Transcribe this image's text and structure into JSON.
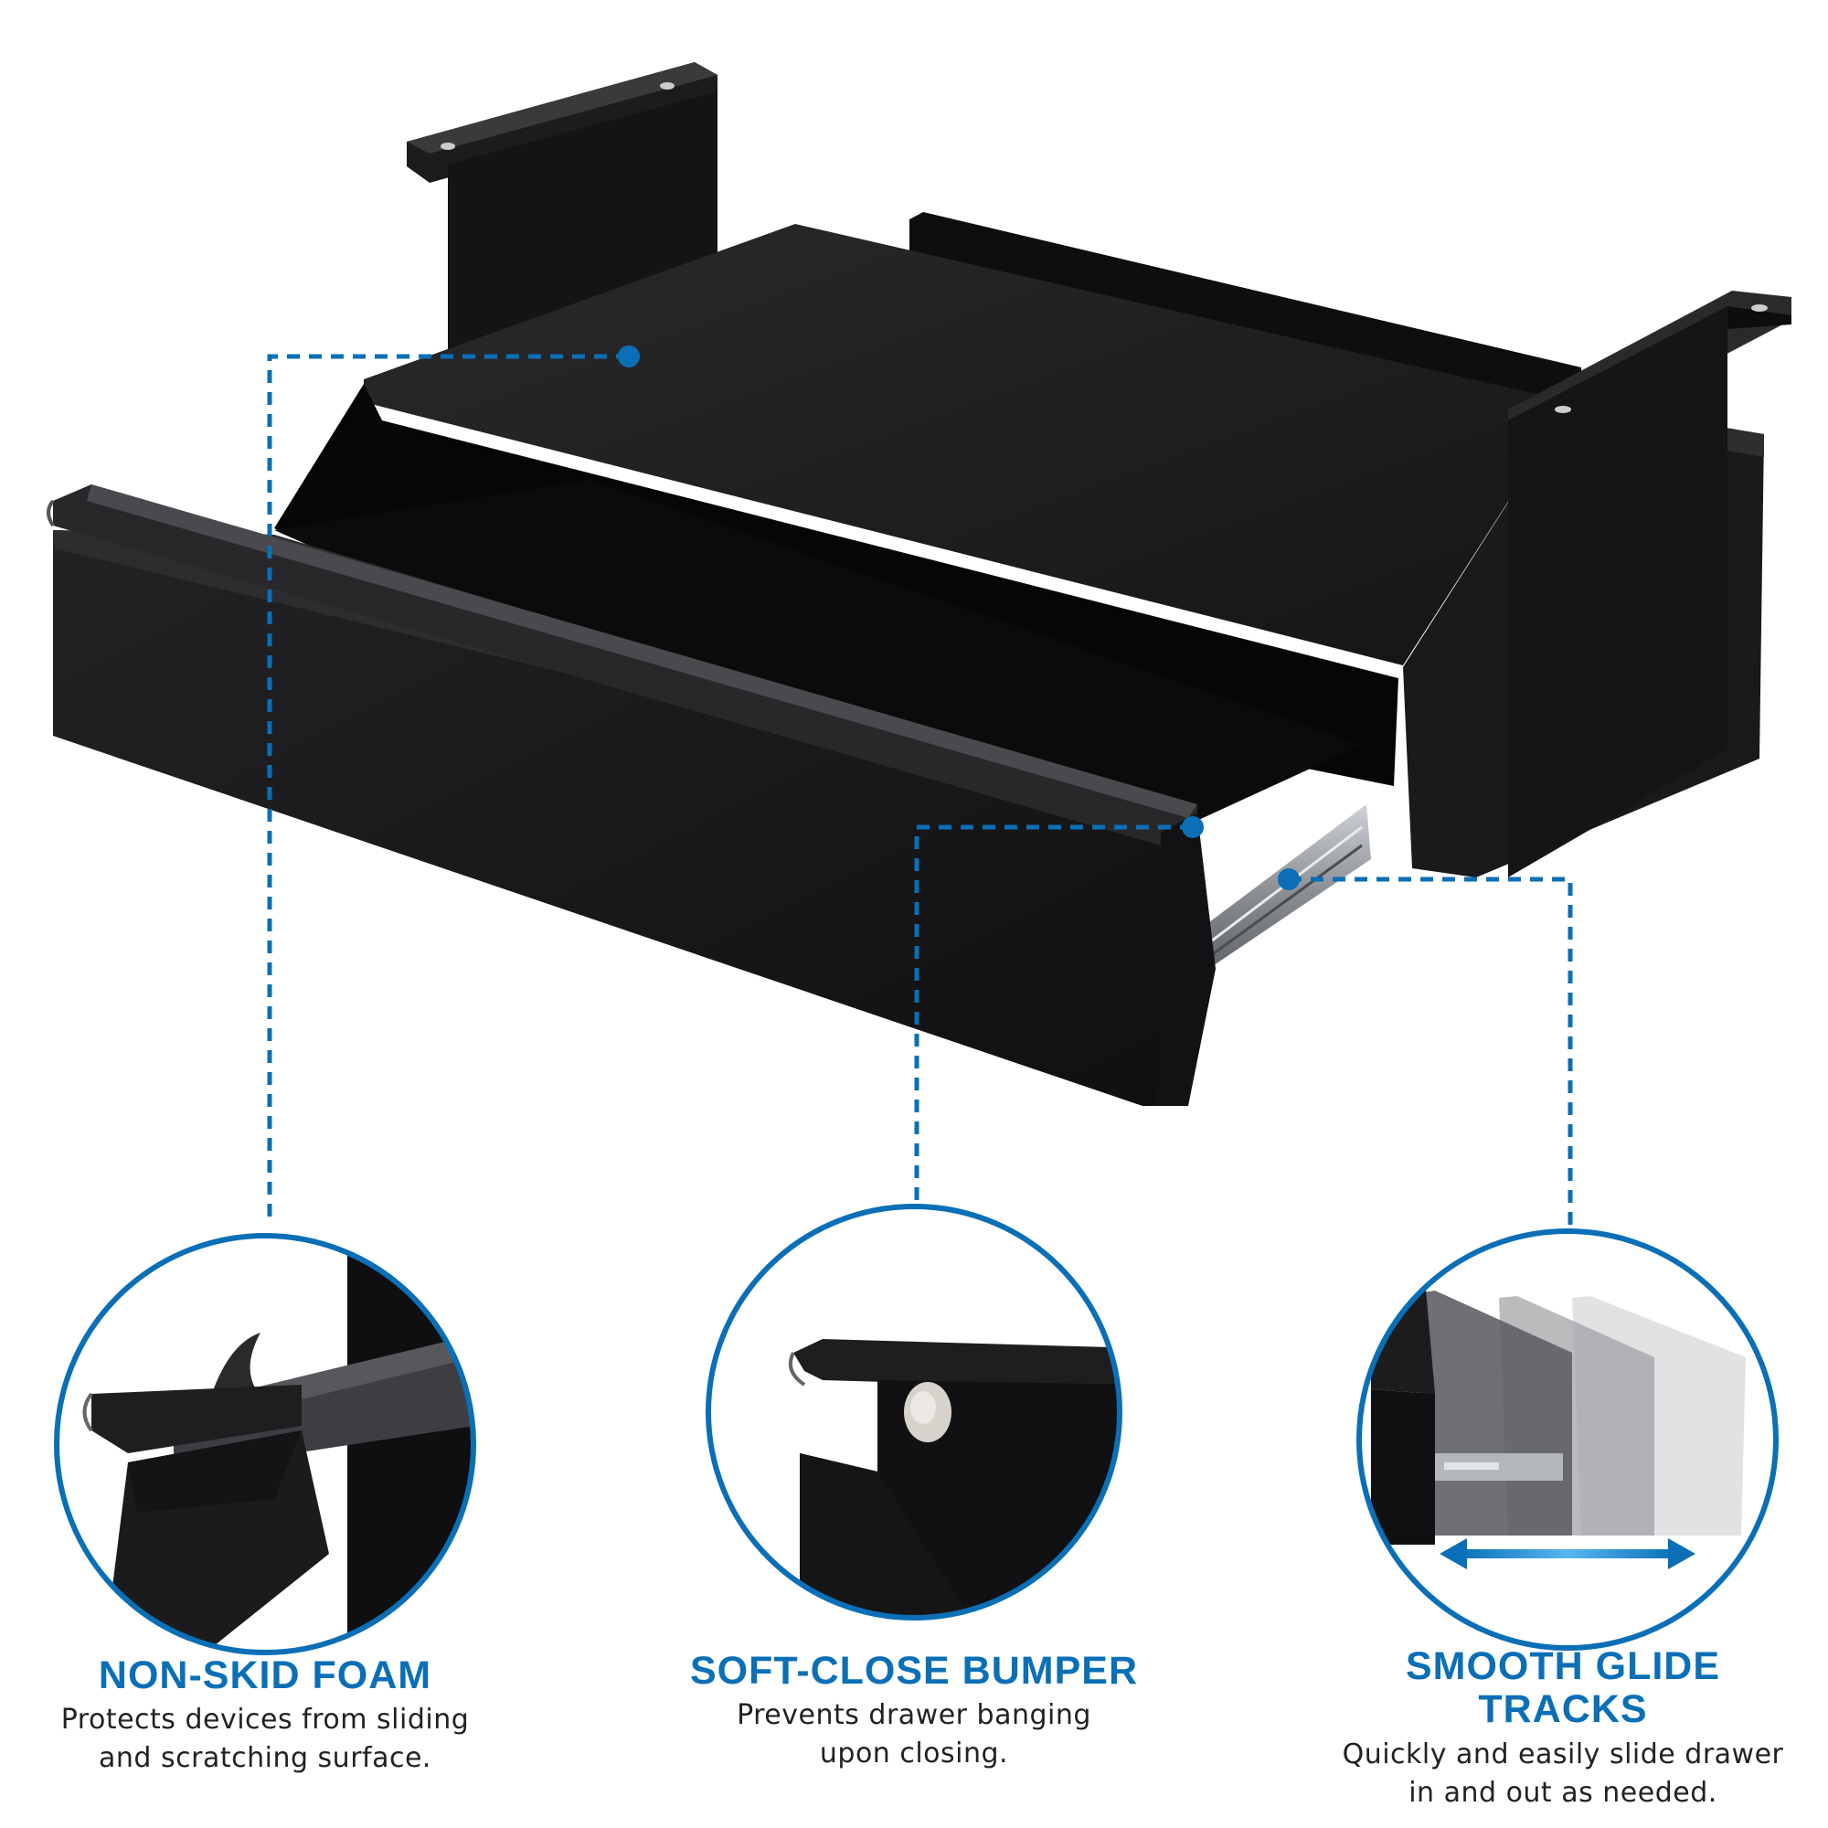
{
  "colors": {
    "accent": "#0a6fb6",
    "product_black": "#1b1b1d",
    "background": "#ffffff"
  },
  "features": [
    {
      "title": "NON-SKID FOAM",
      "line1": "Protects devices from sliding",
      "line2": "and scratching surface."
    },
    {
      "title": "SOFT-CLOSE BUMPER",
      "line1": "Prevents drawer banging",
      "line2": "upon closing."
    },
    {
      "title": "SMOOTH GLIDE TRACKS",
      "line1": "Quickly and easily  slide drawer",
      "line2": "in and out as needed."
    }
  ]
}
